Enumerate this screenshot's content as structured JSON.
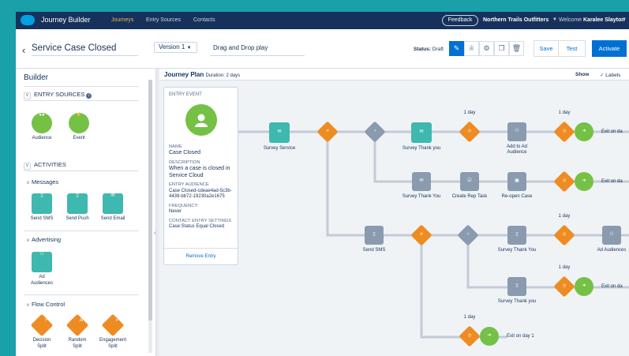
{
  "topnav": {
    "app_name": "Journey Builder",
    "items": [
      "Journeys",
      "Entry Sources",
      "Contacts"
    ],
    "feedback": "Feedback",
    "org": "Northern Trails Outfitters",
    "welcome_prefix": "Welcome",
    "user": "Karalee Slayton"
  },
  "header": {
    "journey_name": "Service Case Closed",
    "version": "Version 1",
    "description": "Drag and Drop play",
    "status_label": "Status:",
    "status_value": "Draft",
    "save": "Save",
    "test": "Test",
    "activate": "Activate"
  },
  "sidebar": {
    "title": "Builder",
    "entry_sources": "ENTRY SOURCES",
    "audience": "Audience",
    "event": "Event",
    "activities": "ACTIVITIES",
    "messages": "Messages",
    "send_sms": "Send SMS",
    "send_push": "Send Push",
    "send_email": "Send Email",
    "advertising": "Advertising",
    "ad_audiences": "Ad Audiences",
    "flow_control": "Flow Control",
    "decision_split": "Decision Split",
    "random_split": "Random Split",
    "engagement_split": "Engagement Split"
  },
  "canvas": {
    "plan_title": "Journey Plan",
    "duration": "Duration: 2 days",
    "show": "Show",
    "labels": "Labels",
    "entry": {
      "title": "ENTRY EVENT",
      "name_label": "NAME",
      "name": "Case Closed",
      "desc_label": "DESCRIPTION",
      "desc": "When a case is closed in Service Cloud",
      "aud_label": "ENTRY AUDIENCE",
      "aud": "Case Closed-cdeae4ad-5c3b-4439-bb72-19230a2e1675",
      "freq_label": "FREQUENCY:",
      "freq": "Never",
      "settings_label": "CONTACT ENTRY SETTINGS",
      "settings": "Case:Status Equal Closed",
      "remove": "Remove Entry"
    },
    "nodes": {
      "survey_service": "Survey Service",
      "survey_thank_you": "Survey Thank you",
      "add_to_ad_audience": "Add to Ad Audience",
      "survey_thank_you_2": "Survey Thank You",
      "create_rep_task": "Create Rep Task",
      "reopen_case": "Re-open Case",
      "send_sms": "Send SMS",
      "survey_thank_you_3": "Survey Thank You",
      "ad_audiences": "Ad Audiences",
      "survey_thank_you_4": "Survey Thank you"
    },
    "delay": "1 day",
    "exit_cut": "Exit on da",
    "exit_day1": "Exit on day 1"
  },
  "colors": {
    "navy": "#16325c",
    "brand_blue": "#0070d2",
    "orange": "#ee8c22",
    "green": "#74c146",
    "teal": "#3fb8af",
    "gray": "#8a9bb0",
    "backdrop": "#19a0a8"
  }
}
